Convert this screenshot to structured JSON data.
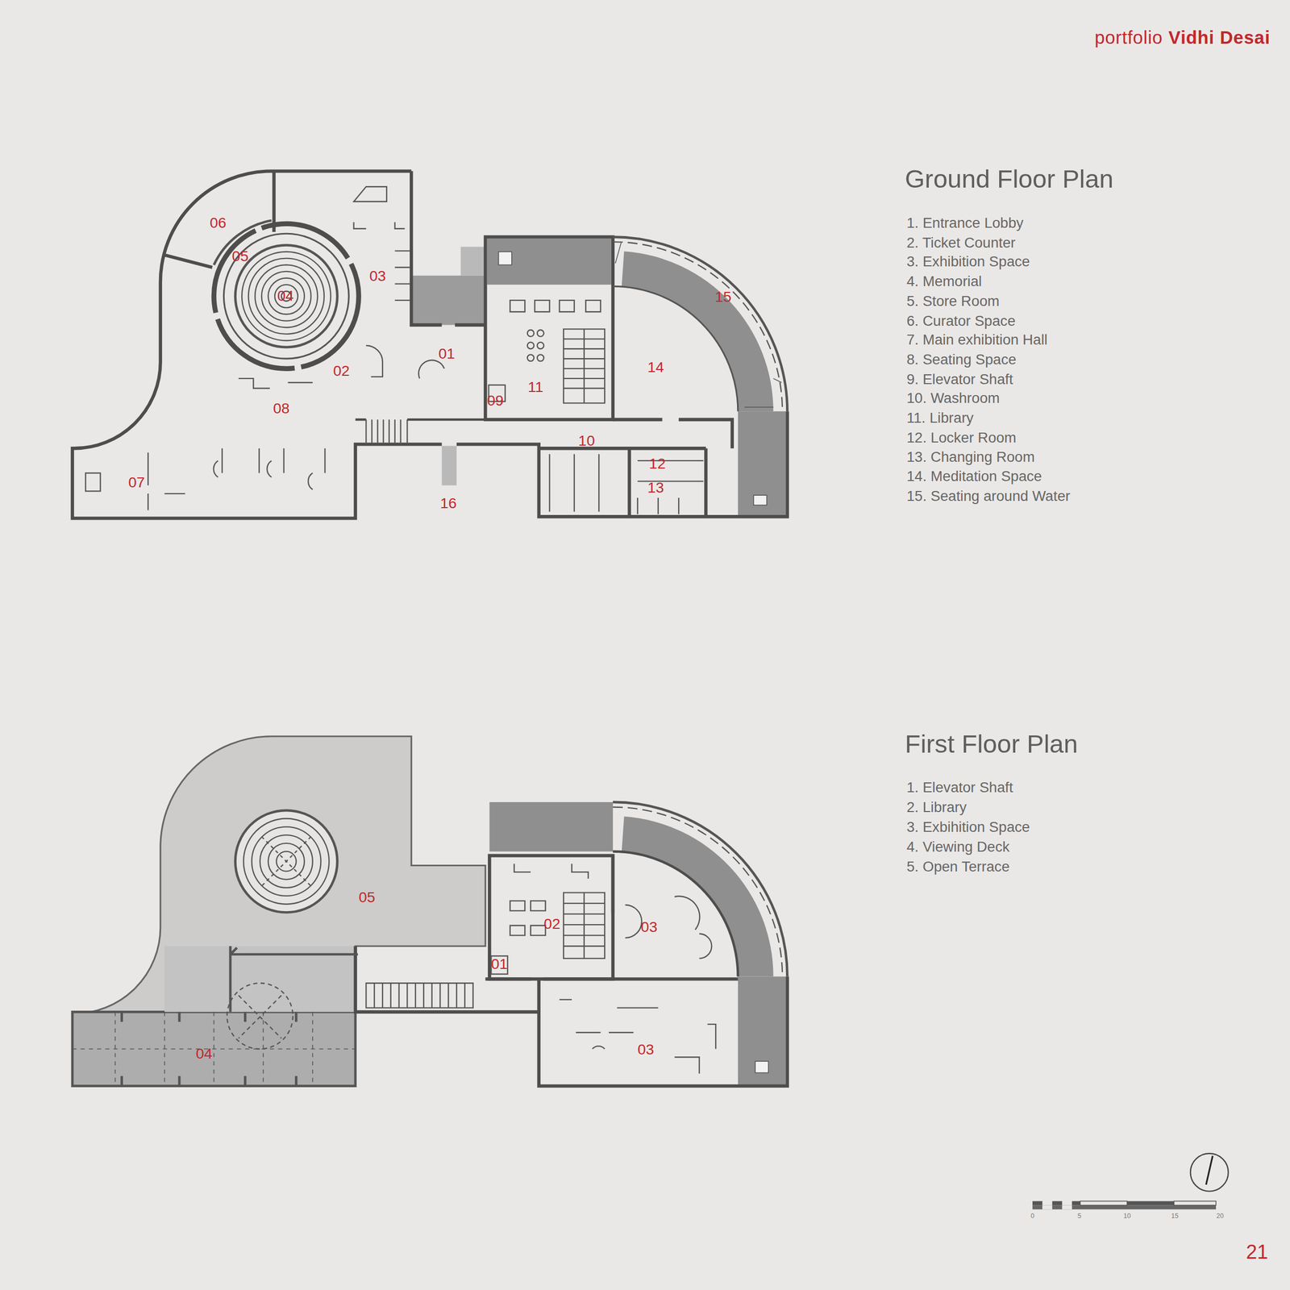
{
  "diagram": {
    "labels": [
      "portfolio",
      "Vidhi Desai",
      "Ground Floor Plan",
      "1. Entrance Lobby",
      "2. Ticket Counter",
      "3. Exhibition Space",
      "4. Memorial",
      "5. Store Room",
      "6. Curator Space",
      "7. Main exhibition Hall",
      "8. Seating Space",
      "9. Elevator Shaft",
      "10. Washroom",
      "11. Library",
      "12. Locker Room",
      "13. Changing Room",
      "14. Meditation Space",
      "15. Seating around Water",
      "First Floor Plan",
      "1. Elevator Shaft",
      "2. Library",
      "3. Exbihition Space",
      "4. Viewing Deck",
      "5. Open Terrace",
      "01",
      "02",
      "03",
      "04",
      "05",
      "06",
      "07",
      "08",
      "09",
      "10",
      "11",
      "12",
      "13",
      "14",
      "15",
      "16",
      "01",
      "02",
      "03",
      "03",
      "04",
      "05",
      "0",
      "5",
      "10",
      "15",
      "20",
      "21"
    ]
  }
}
